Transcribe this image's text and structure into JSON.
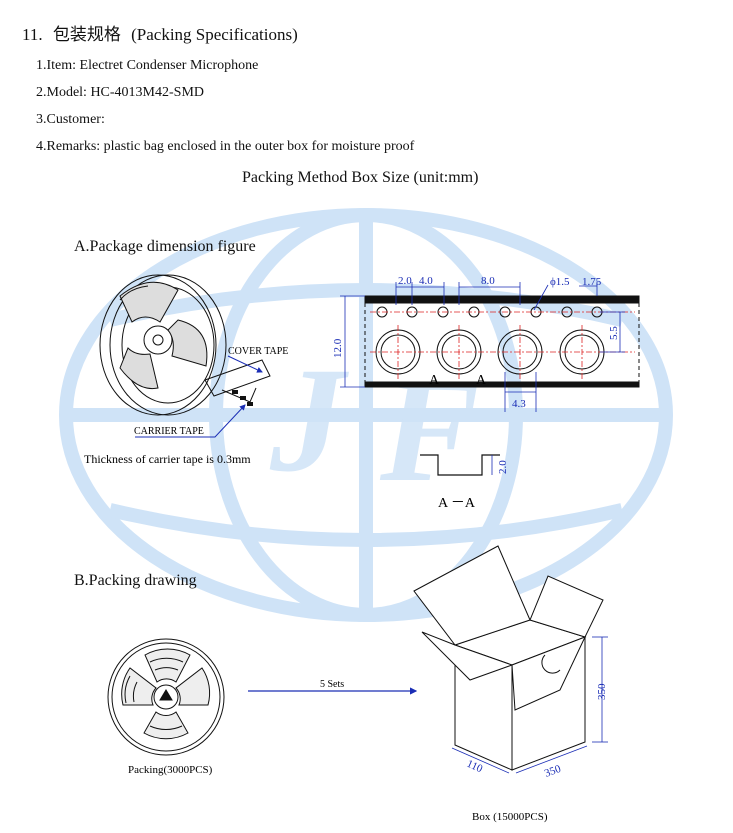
{
  "heading": {
    "number": "11.",
    "cn": "包装规格",
    "en": "(Packing Specifications)"
  },
  "items": [
    "1.Item: Electret Condenser Microphone",
    "2.Model: HC-4013M42-SMD",
    "3.Customer:",
    "4.Remarks: plastic bag enclosed in the outer box for moisture proof"
  ],
  "subtitle": "Packing Method Box Size (unit:mm)",
  "section_a": {
    "title": "A.Package dimension figure",
    "cover_tape": "COVER TAPE",
    "carrier_tape": "CARRIER TAPE",
    "thickness": "Thickness of carrier tape is 0.3mm",
    "dims": {
      "d1": "2.0",
      "d2": "4.0",
      "d3": "8.0",
      "d4": "ϕ1.5",
      "d5": "1.75",
      "d6": "12.0",
      "d7": "5.5",
      "d8": "4.3",
      "d9": "2.0"
    },
    "cut_a": "A",
    "section_label": "A －A"
  },
  "section_b": {
    "title": "B.Packing drawing",
    "arrow_label": "5 Sets",
    "reel_caption": "Packing(3000PCS)",
    "box_caption": "Box (15000PCS)",
    "box_dims": {
      "height": "350",
      "width": "110",
      "depth": "350"
    }
  },
  "colors": {
    "watermark": "#cfe3f7",
    "dimension": "#1a2db5",
    "line": "#111111"
  }
}
